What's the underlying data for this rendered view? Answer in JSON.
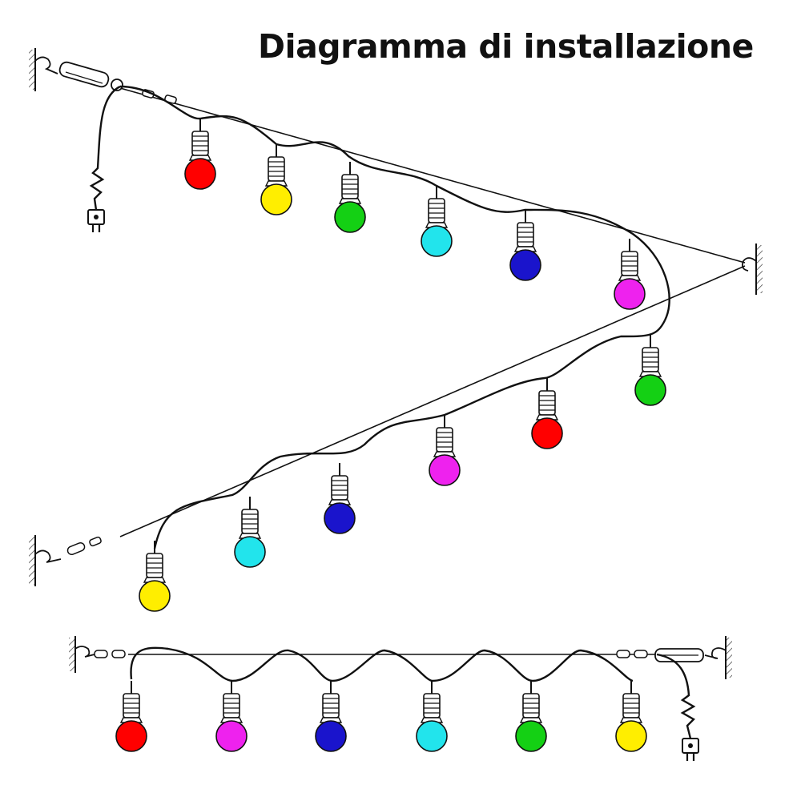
{
  "title": "Diagramma di installazione",
  "colors": {
    "red": "#ff0000",
    "yellow": "#ffee00",
    "green": "#14d014",
    "cyan": "#22e4ec",
    "blue": "#1a14cc",
    "magenta": "#ee22ee"
  },
  "runs": [
    {
      "name": "upper-diagonal-run",
      "bulbs": [
        "red",
        "yellow",
        "green",
        "cyan",
        "blue",
        "magenta"
      ]
    },
    {
      "name": "lower-diagonal-run",
      "bulbs": [
        "yellow",
        "cyan",
        "blue",
        "magenta",
        "red",
        "green"
      ]
    },
    {
      "name": "horizontal-run",
      "bulbs": [
        "red",
        "magenta",
        "blue",
        "cyan",
        "green",
        "yellow"
      ]
    }
  ]
}
